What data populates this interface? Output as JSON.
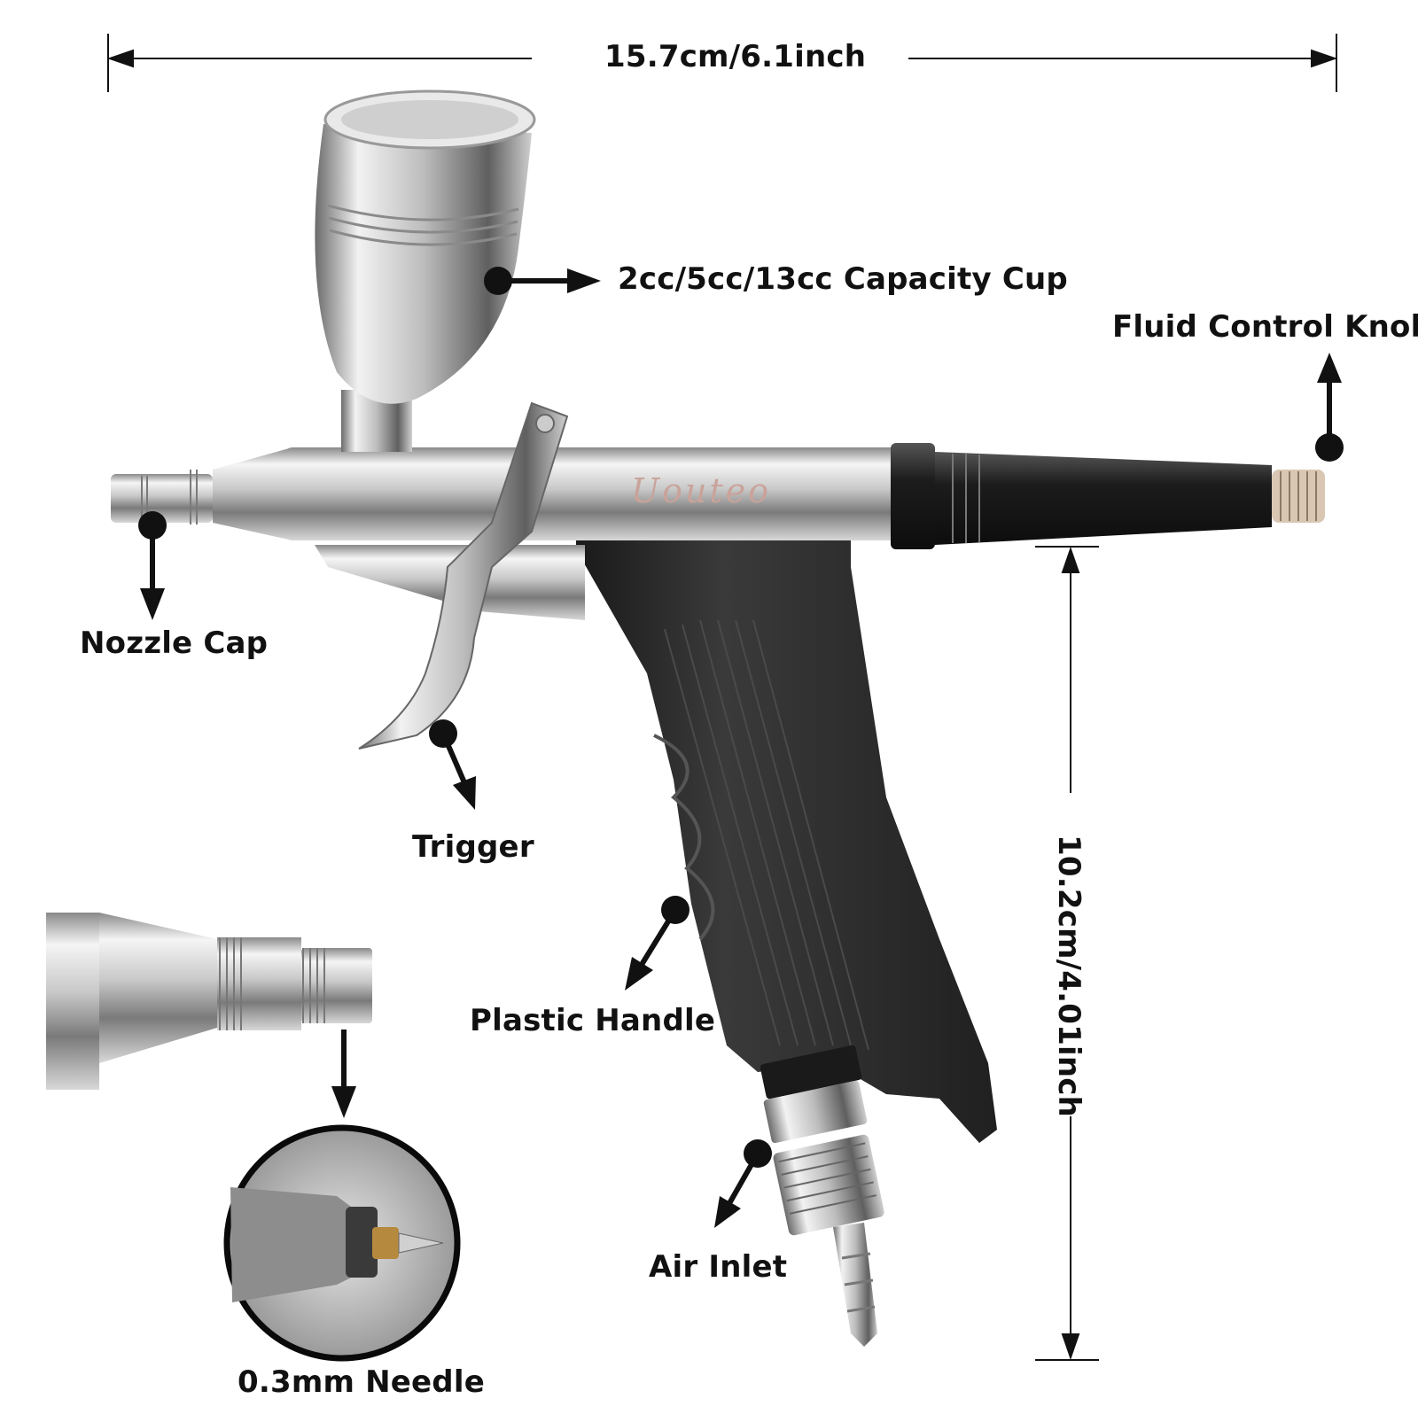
{
  "brand": "Uouteo",
  "dimensions": {
    "width": "15.7cm/6.1inch",
    "height": "10.2cm/4.01inch"
  },
  "callouts": {
    "cup": "2cc/5cc/13cc Capacity Cup",
    "fluid_knob": "Fluid Control Knob",
    "nozzle_cap": "Nozzle Cap",
    "trigger": "Trigger",
    "handle": "Plastic Handle",
    "air_inlet": "Air Inlet",
    "needle": "0.3mm Needle"
  },
  "colors": {
    "chrome_light": "#f2f2f2",
    "chrome_mid": "#b9b9b9",
    "chrome_dark": "#6e6e6e",
    "handle": "#2b2b2b",
    "line": "#111111"
  }
}
